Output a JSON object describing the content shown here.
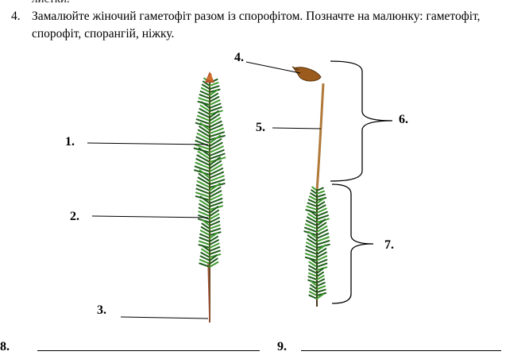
{
  "cutoff_text": "листки.",
  "task": {
    "number": "4.",
    "text": "Замалюйте жіночий гаметофіт разом із спорофітом. Позначте на малюнку: гаметофіт, спорофіт, спорангій, ніжку."
  },
  "labels": {
    "l1": "1.",
    "l2": "2.",
    "l3": "3.",
    "l4": "4.",
    "l5": "5.",
    "l6": "6.",
    "l7": "7.",
    "l8": "8.",
    "l9": "9."
  },
  "colors": {
    "leaf_dark": "#1f5d1b",
    "leaf_light": "#3f9a2e",
    "stalk": "#b07a3a",
    "capsule": "#9a5b1c"
  }
}
